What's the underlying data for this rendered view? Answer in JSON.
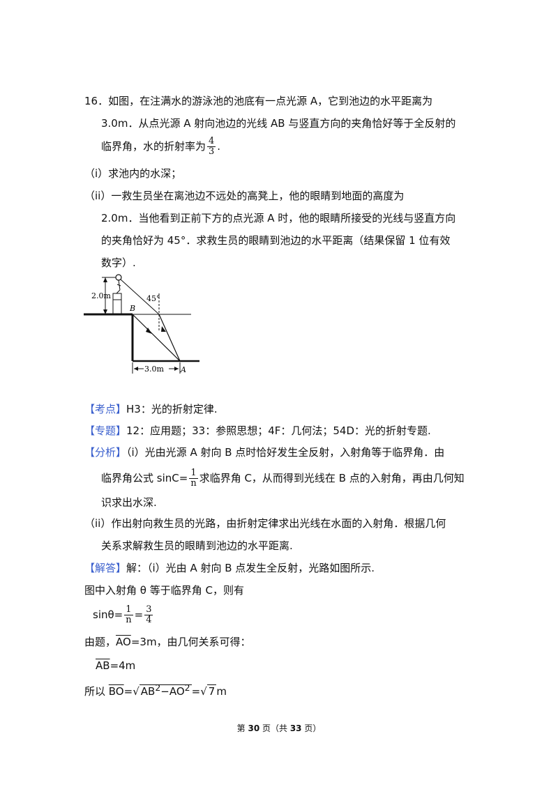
{
  "question": {
    "number": "16．",
    "line1": "如图，在注满水的游泳池的池底有一点光源 A，它到池边的水平距离为",
    "line2": "3.0m．从点光源 A 射向池边的光线 AB 与竖直方向的夹角恰好等于全反射的",
    "line3_pre": "临界角，水的折射率为",
    "n_num": "4",
    "n_den": "3",
    "line3_post": ".",
    "part1": "（i）求池内的水深；",
    "part2_l1": "（ii）一救生员坐在离池边不远处的高凳上，他的眼睛到地面的高度为",
    "part2_l2": "2.0m．当他看到正前下方的点光源 A 时，他的眼睛所接受的光线与竖直方向",
    "part2_l3": "的夹角恰好为 45°．求救生员的眼睛到池边的水平距离（结果保留 1 位有效",
    "part2_l4": "数字）."
  },
  "figure": {
    "height_label": "2.0m",
    "angle_label": "45°",
    "point_b": "B",
    "point_a": "A",
    "width_label": "3.0m"
  },
  "analysis": {
    "kaodian_tag": "【考点】",
    "kaodian_text": "H3：光的折射定律.",
    "zhuanti_tag": "【专题】",
    "zhuanti_text": "12：应用题；33：参照思想；4F：几何法；54D：光的折射专题.",
    "fenxi_tag": "【分析】",
    "fenxi_l1": "（i）光由光源 A 射向 B 点时恰好发生全反射，入射角等于临界角．由",
    "fenxi_l2_pre": "临界角公式 sinC=",
    "fenxi_l2_num": "1",
    "fenxi_l2_den": "n",
    "fenxi_l2_post": "求临界角 C，从而得到光线在 B 点的入射角，再由几何知",
    "fenxi_l3": "识求出水深.",
    "fenxi_l4": "（ii）作出射向救生员的光路，由折射定律求出光线在水面的入射角．根据几何",
    "fenxi_l5": "关系求解救生员的眼睛到池边的水平距离."
  },
  "answer": {
    "jieda_tag": "【解答】",
    "l1": "解：（i）光由 A 射向 B 点发生全反射，光路如图所示.",
    "l2": "图中入射角 θ 等于临界角 C，则有",
    "eq1_pre": "sinθ=",
    "eq1_n1": "1",
    "eq1_d1": "n",
    "eq1_eq": "=",
    "eq1_n2": "3",
    "eq1_d2": "4",
    "l3_pre": "由题，",
    "l3_ao": "AO",
    "l3_post": "=3m，由几何关系可得：",
    "eq2_ab": "AB",
    "eq2_post": "=4m",
    "l4_pre": "所以 ",
    "l4_bo": "BO",
    "l4_eq": "=",
    "l4_ab": "AB",
    "l4_sq1": "2",
    "l4_minus": "−",
    "l4_ao": "AO",
    "l4_sq2": "2",
    "l4_eq2": "=",
    "l4_root7": "7",
    "l4_unit": "m"
  },
  "footer": {
    "pre": "第 ",
    "page": "30",
    "mid": " 页（共 ",
    "total": "33",
    "post": " 页）"
  }
}
